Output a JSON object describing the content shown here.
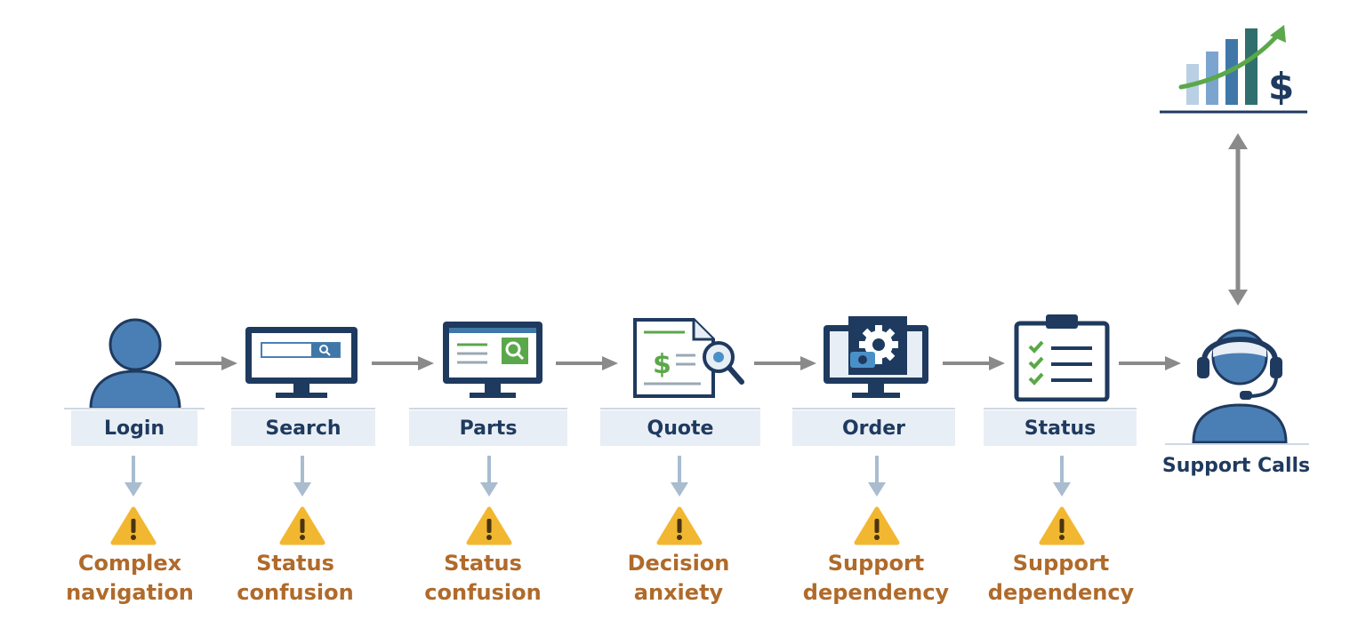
{
  "steps": [
    {
      "label": "Login",
      "pain_line1": "Complex",
      "pain_line2": "navigation"
    },
    {
      "label": "Search",
      "pain_line1": "Status",
      "pain_line2": "confusion"
    },
    {
      "label": "Parts",
      "pain_line1": "Status",
      "pain_line2": "confusion"
    },
    {
      "label": "Quote",
      "pain_line1": "Decision",
      "pain_line2": "anxiety"
    },
    {
      "label": "Order",
      "pain_line1": "Support",
      "pain_line2": "dependency"
    },
    {
      "label": "Status",
      "pain_line1": "Support",
      "pain_line2": "dependency"
    }
  ],
  "support": {
    "label": "Support Calls"
  },
  "icons": {
    "user": "user-icon",
    "search": "monitor-search-icon",
    "parts": "monitor-parts-icon",
    "quote": "quote-document-icon",
    "order": "monitor-gear-icon",
    "status": "clipboard-checklist-icon",
    "support": "headset-agent-icon",
    "growth": "growth-chart-dollar-icon",
    "warning": "warning-icon"
  },
  "colors": {
    "navy": "#1f3a5f",
    "blue": "#4a7fb5",
    "orange_text": "#b06a2a",
    "warning": "#f2b731",
    "green": "#5aa84a",
    "arrow": "#8a8a8a",
    "down_arrow": "#a9bcd0"
  }
}
